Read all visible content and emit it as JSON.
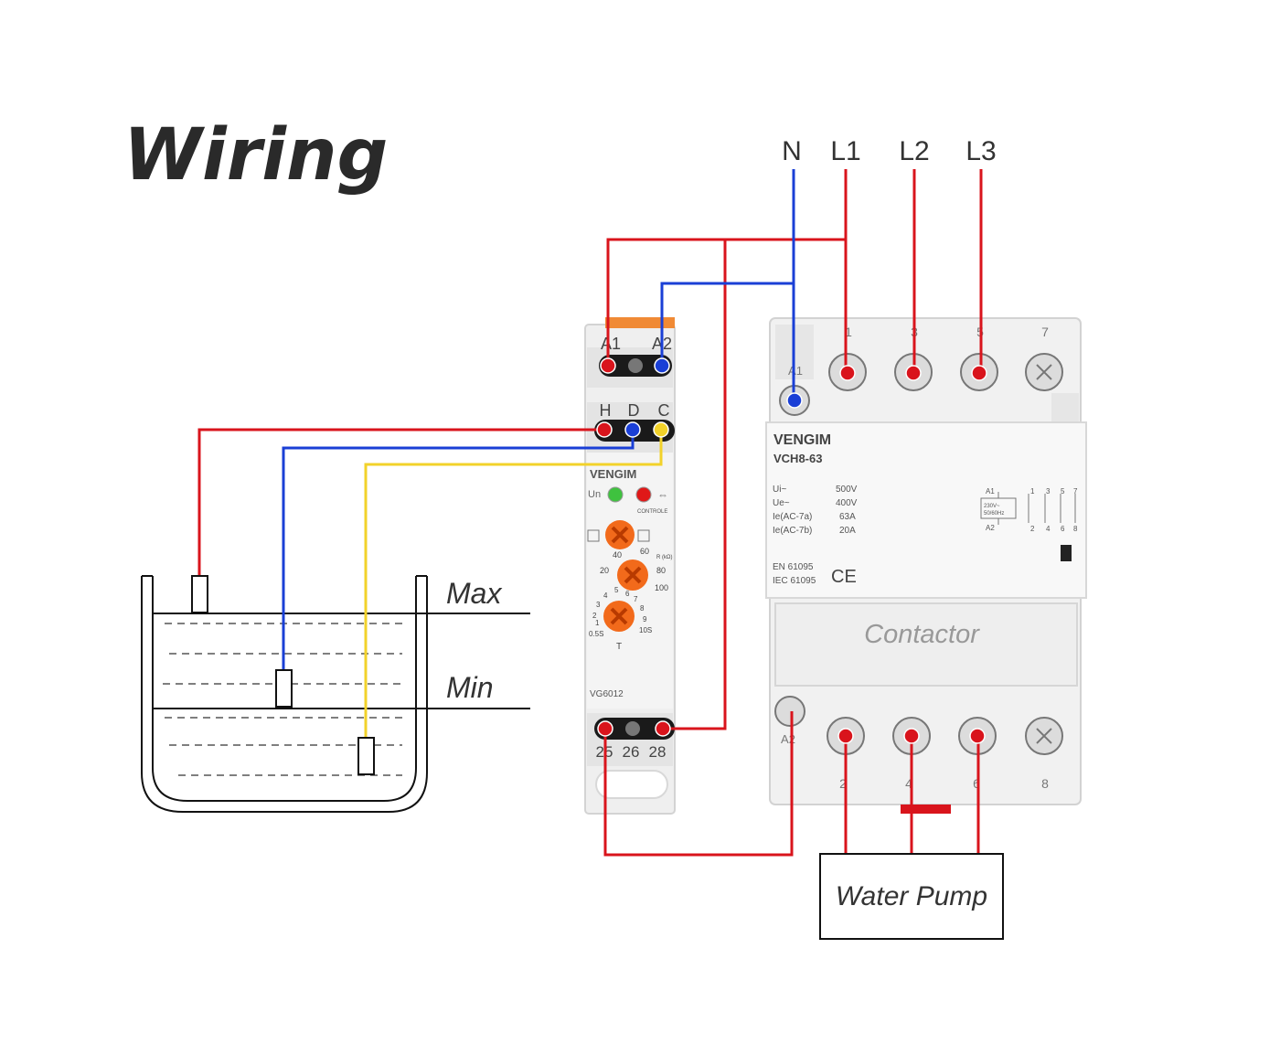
{
  "title": "Wiring",
  "lines": {
    "n": "N",
    "l1": "L1",
    "l2": "L2",
    "l3": "L3"
  },
  "tank": {
    "max_label": "Max",
    "min_label": "Min"
  },
  "relay": {
    "top_terminals": [
      "A1",
      "A2"
    ],
    "probe_terminals": [
      "H",
      "D",
      "C"
    ],
    "brand": "VENGIM",
    "un_label": "Un",
    "control_label": "CONTROLE",
    "knob_r_scale": [
      "20",
      "40",
      "60",
      "80",
      "100"
    ],
    "knob_r_unit": "R (kΩ)",
    "knob_t_scale": [
      "0.5S",
      "1",
      "2",
      "3",
      "4",
      "5",
      "6",
      "7",
      "8",
      "9",
      "10S"
    ],
    "knob_t_label": "T",
    "model": "VG6012",
    "bottom_terminals": [
      "25",
      "26",
      "28"
    ]
  },
  "contactor": {
    "top_numbers": [
      "1",
      "3",
      "5",
      "7"
    ],
    "a1": "A1",
    "a2": "A2",
    "brand": "VENGIM",
    "model": "VCH8-63",
    "specs": [
      {
        "name": "Ui~",
        "value": "500V"
      },
      {
        "name": "Ue~",
        "value": "400V"
      },
      {
        "name": "Ie(AC-7a)",
        "value": "63A"
      },
      {
        "name": "Ie(AC-7b)",
        "value": "20A"
      }
    ],
    "standards": [
      "EN 61095",
      "IEC 61095"
    ],
    "ce_mark": "CE",
    "coil_rating": [
      "230V~",
      "50/60Hz"
    ],
    "label": "Contactor",
    "bottom_numbers": [
      "2",
      "4",
      "6",
      "8"
    ]
  },
  "load": "Water Pump",
  "colors": {
    "phase": "#d9141c",
    "neutral": "#1a3fd6",
    "probe_c": "#f2d22a",
    "knob": "#f26a1b",
    "led_green": "#3fc23f",
    "led_red": "#e01818"
  }
}
